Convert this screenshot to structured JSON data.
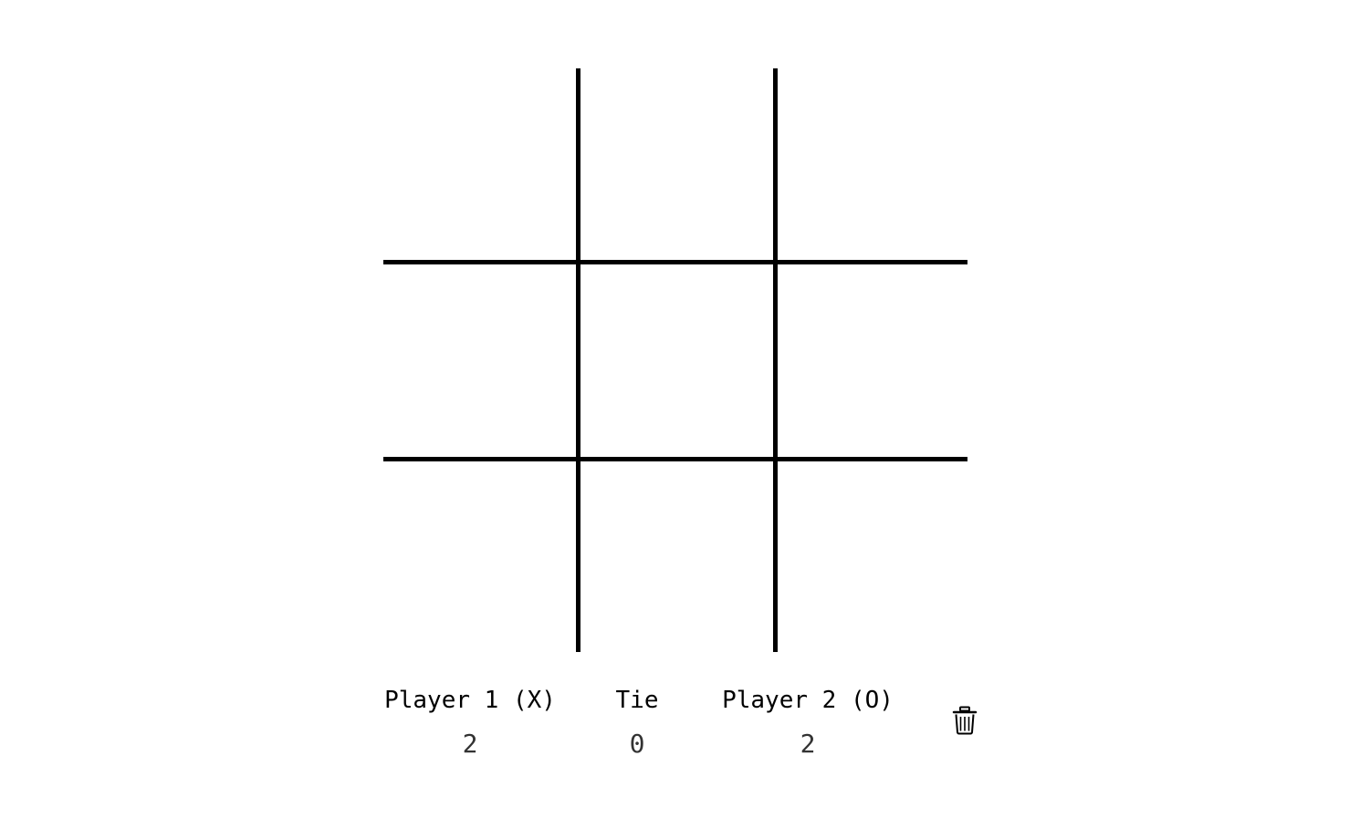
{
  "board": {
    "cells": [
      "",
      "",
      "",
      "",
      "",
      "",
      "",
      "",
      ""
    ]
  },
  "scores": {
    "player1": {
      "label": "Player 1 (X)",
      "value": "2"
    },
    "tie": {
      "label": "Tie",
      "value": "0"
    },
    "player2": {
      "label": "Player 2 (O)",
      "value": "2"
    }
  },
  "controls": {
    "reset_icon": "trash-icon"
  },
  "colors": {
    "background": "#ffffff",
    "grid_lines": "#000000",
    "text": "#000000"
  }
}
